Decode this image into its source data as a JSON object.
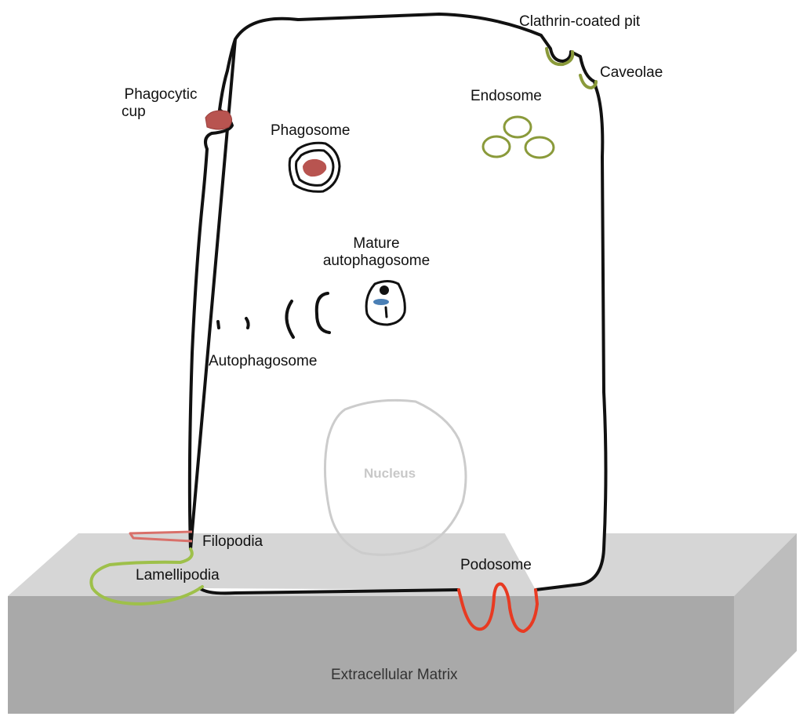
{
  "labels": {
    "clathrin": "Clathrin-coated pit",
    "caveolae": "Caveolae",
    "endosome": "Endosome",
    "phagocytic_line1": "Phagocytic",
    "phagocytic_line2": "cup",
    "phagosome": "Phagosome",
    "mature_line1": "Mature",
    "mature_line2": "autophagosome",
    "autophagosome": "Autophagosome",
    "nucleus": "Nucleus",
    "filopodia": "Filopodia",
    "lamellipodia": "Lamellipodia",
    "podosome": "Podosome",
    "matrix": "Extracellular Matrix"
  },
  "colors": {
    "membrane": "#111111",
    "endocytic": "#8a9a3a",
    "phagocytic_cargo": "#b85450",
    "filopodia": "#d9706a",
    "lamellipodia": "#9ec04a",
    "podosome": "#e83a22",
    "nucleus": "#cccccc",
    "matrix_front": "#a9a9a9",
    "matrix_top": "#d6d6d6",
    "lc3_blue": "#4a7fb5"
  }
}
